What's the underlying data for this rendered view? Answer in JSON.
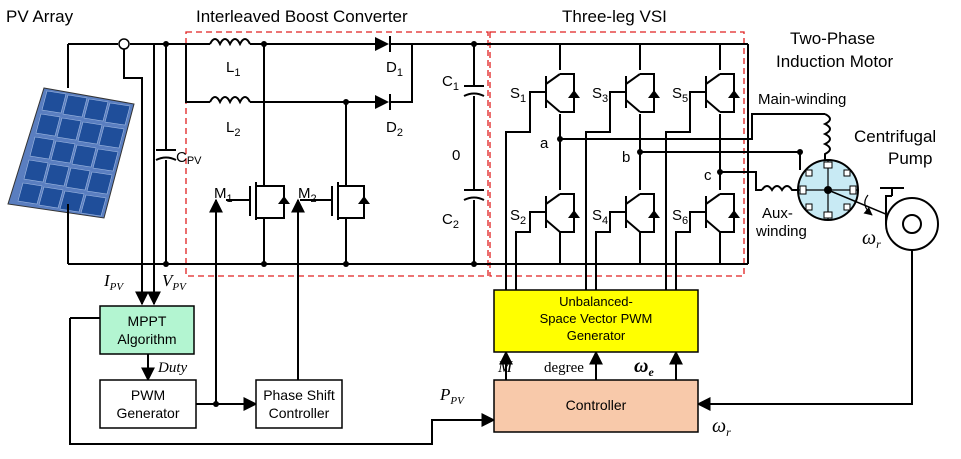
{
  "titles": {
    "pv_array": "PV Array",
    "boost": "Interleaved Boost Converter",
    "vsi": "Three-leg VSI",
    "motor_line1": "Two-Phase",
    "motor_line2": "Induction Motor",
    "pump_line1": "Centrifugal",
    "pump_line2": "Pump"
  },
  "components": {
    "l1_main": "L",
    "l1_sub": "1",
    "l2_main": "L",
    "l2_sub": "2",
    "d1_main": "D",
    "d1_sub": "1",
    "d2_main": "D",
    "d2_sub": "2",
    "c1_main": "C",
    "c1_sub": "1",
    "c2_main": "C",
    "c2_sub": "2",
    "zero": "0",
    "cpv_main": "C",
    "cpv_sub": "PV",
    "m1_main": "M",
    "m1_sub": "1",
    "m2_main": "M",
    "m2_sub": "2",
    "s1_main": "S",
    "s1_sub": "1",
    "s2_main": "S",
    "s2_sub": "2",
    "s3_main": "S",
    "s3_sub": "3",
    "s4_main": "S",
    "s4_sub": "4",
    "s5_main": "S",
    "s5_sub": "5",
    "s6_main": "S",
    "s6_sub": "6",
    "node_a": "a",
    "node_b": "b",
    "node_c": "c",
    "main_winding": "Main-winding",
    "aux_line1": "Aux-",
    "aux_line2": "winding"
  },
  "signals": {
    "ipv_main": "I",
    "ipv_sub": "PV",
    "vpv_main": "V",
    "vpv_sub": "PV",
    "duty": "Duty",
    "ppv_main": "P",
    "ppv_sub": "PV",
    "m": "M",
    "degree": "degree",
    "omega_e_main": "ω",
    "omega_e_sub": "e",
    "omega_r_main": "ω",
    "omega_r_sub": "r",
    "omega_r2_main": "ω",
    "omega_r2_sub": "r"
  },
  "blocks": {
    "mppt_line1": "MPPT",
    "mppt_line2": "Algorithm",
    "pwm_line1": "PWM",
    "pwm_line2": "Generator",
    "phase_line1": "Phase Shift",
    "phase_line2": "Controller",
    "svpwm_line1": "Unbalanced-",
    "svpwm_line2": "Space Vector PWM",
    "svpwm_line3": "Generator",
    "controller": "Controller"
  },
  "colors": {
    "mppt_fill": "#b3f5d1",
    "svpwm_fill": "#ffff00",
    "controller_fill": "#f8c9aa",
    "dashed_box": "#e02020",
    "panel_cell": "#1f4e9a",
    "motor_fill": "#c8eaf4"
  }
}
